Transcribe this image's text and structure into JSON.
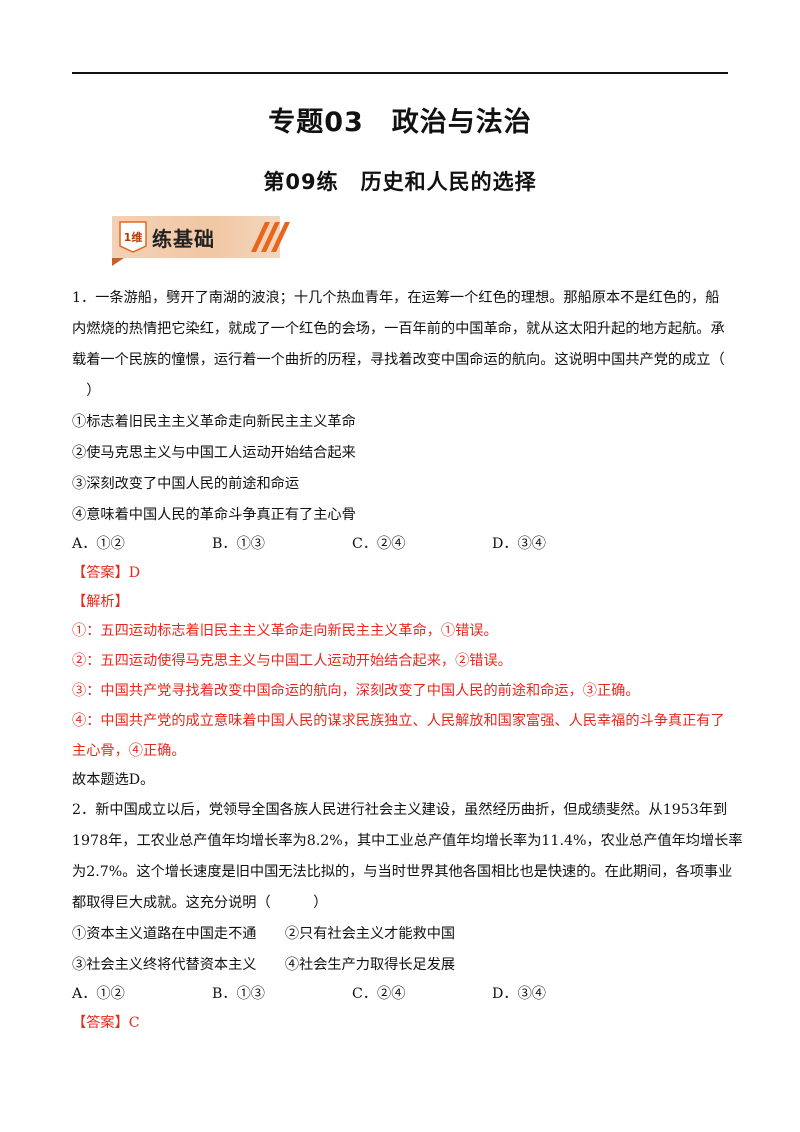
{
  "header": {
    "title": "专题03　政治与法治",
    "subtitle": "第09练　历史和人民的选择"
  },
  "banner": {
    "tag": "1维",
    "label": "练基础"
  },
  "q1": {
    "lines": [
      "1．一条游船，劈开了南湖的波浪；十几个热血青年，在运筹一个红色的理想。那船原本不是红色的，船",
      "内燃烧的热情把它染红，就成了一个红色的会场，一百年前的中国革命，就从这太阳升起的地方起航。承",
      "载着一个民族的憧憬，运行着一个曲折的历程，寻找着改变中国命运的航向。这说明中国共产党的成立（",
      "　）"
    ],
    "statements": [
      "①标志着旧民主主义革命走向新民主主义革命",
      "②使马克思主义与中国工人运动开始结合起来",
      "③深刻改变了中国人民的前途和命运",
      "④意味着中国人民的革命斗争真正有了主心骨"
    ],
    "options": [
      "A．①②",
      "B．①③",
      "C．②④",
      "D．③④"
    ],
    "answer_tag": "【答案】",
    "answer": "D",
    "analysis_tag": "【解析】",
    "analysis": [
      "①：五四运动标志着旧民主主义革命走向新民主主义革命，①错误。",
      "②：五四运动使得马克思主义与中国工人运动开始结合起来，②错误。",
      "③：中国共产党寻找着改变中国命运的航向，深刻改变了中国人民的前途和命运，③正确。",
      "④：中国共产党的成立意味着中国人民的谋求民族独立、人民解放和国家富强、人民幸福的斗争真正有了",
      "主心骨，④正确。"
    ],
    "conclusion": "故本题选D。"
  },
  "q2": {
    "lines": [
      "2．新中国成立以后，党领导全国各族人民进行社会主义建设，虽然经历曲折，但成绩斐然。从1953年到",
      "1978年，工农业总产值年均增长率为8.2%，其中工业总产值年均增长率为11.4%，农业总产值年均增长率",
      "为2.7%。这个增长速度是旧中国无法比拟的，与当时世界其他各国相比也是快速的。在此期间，各项事业",
      "都取得巨大成就。这充分说明（　　　）"
    ],
    "statements": [
      "①资本主义道路在中国走不通　　②只有社会主义才能救中国",
      "③社会主义终将代替资本主义　　④社会生产力取得长足发展"
    ],
    "options": [
      "A．①②",
      "B．①③",
      "C．②④",
      "D．③④"
    ],
    "answer_tag": "【答案】",
    "answer": "C"
  },
  "colors": {
    "accent_red": "#e8281e",
    "banner_orange": "#e8651c"
  }
}
